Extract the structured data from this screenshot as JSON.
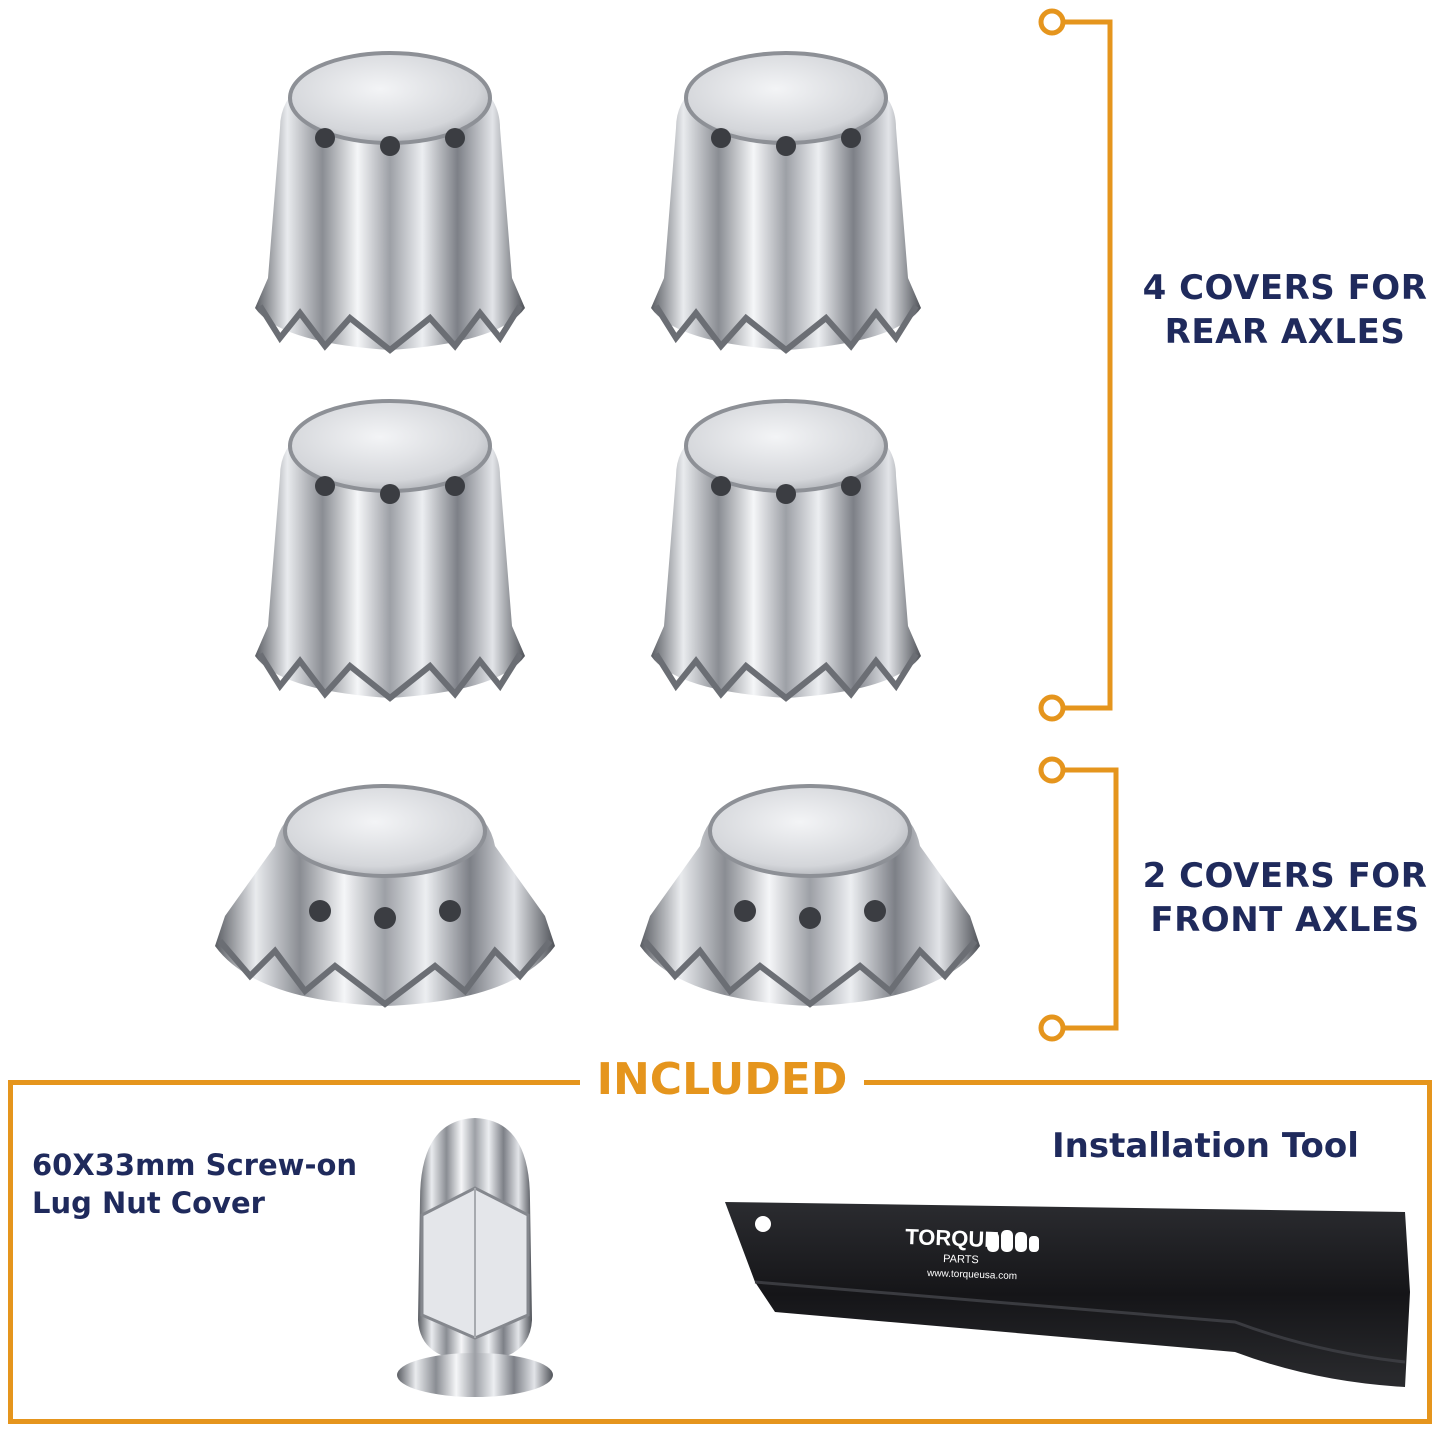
{
  "rear_group": {
    "line1": "4 COVERS FOR",
    "line2": "REAR AXLES"
  },
  "front_group": {
    "line1": "2 COVERS FOR",
    "line2": "FRONT AXLES"
  },
  "included": {
    "title": "INCLUDED",
    "lug_nut_line1": "60X33mm Screw-on",
    "lug_nut_line2": "Lug Nut Cover",
    "tool_label": "Installation Tool",
    "tool_brand": "TORQUE",
    "tool_brand_sub": "PARTS",
    "tool_url": "www.torqueusa.com"
  },
  "colors": {
    "accent": "#e5951d",
    "navy": "#1f2a5c",
    "chrome": "#c8cbd0",
    "tool": "#1a1a1c"
  }
}
